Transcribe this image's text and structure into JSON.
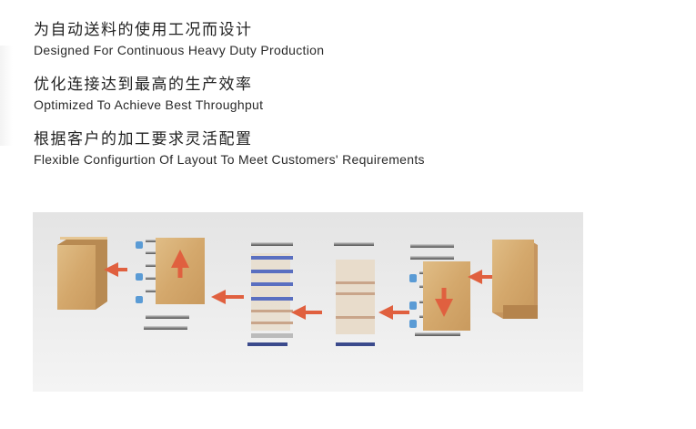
{
  "features": [
    {
      "cn": "为自动送料的使用工况而设计",
      "en": "Designed For Continuous Heavy Duty Production"
    },
    {
      "cn": "优化连接达到最高的生产效率",
      "en": "Optimized To Achieve Best Throughput"
    },
    {
      "cn": "根据客户的加工要求灵活配置",
      "en": "Flexible Configurtion Of Layout To Meet Customers' Requirements"
    }
  ],
  "colors": {
    "arrow": "#e0603f",
    "wood": "#d9b27a",
    "roller_blue": "#5a9bd5",
    "background": "#ebebeb"
  }
}
